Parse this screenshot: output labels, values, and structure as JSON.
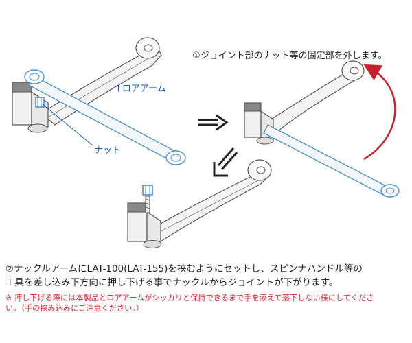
{
  "step1": {
    "text": "①ジョイント部のナット等の固定部を外します。"
  },
  "labels": {
    "lower_arm": "↑ロアアーム",
    "nut": "ナット"
  },
  "step2": {
    "line1": "②ナックルアームにLAT-100(LAT-155)を挟むようにセットし、スピンナハンドル等の",
    "line2": "工具を差し込み下方向に押し下げる事でナックルからジョイントが下がります。"
  },
  "note": {
    "line1": "※ 押し下げる際には本製品とロアアームがシッカリと保持できるまで手を添えて落下しない様にしてくださ",
    "line2": "い。（手の挟み込みにご注意ください。）"
  },
  "colors": {
    "outline": "#555555",
    "tool_blue": "#4a90c8",
    "callout_blue": "#1a5fb4",
    "arrow_red": "#c8202a",
    "nut_blue": "#2b6fd1"
  }
}
